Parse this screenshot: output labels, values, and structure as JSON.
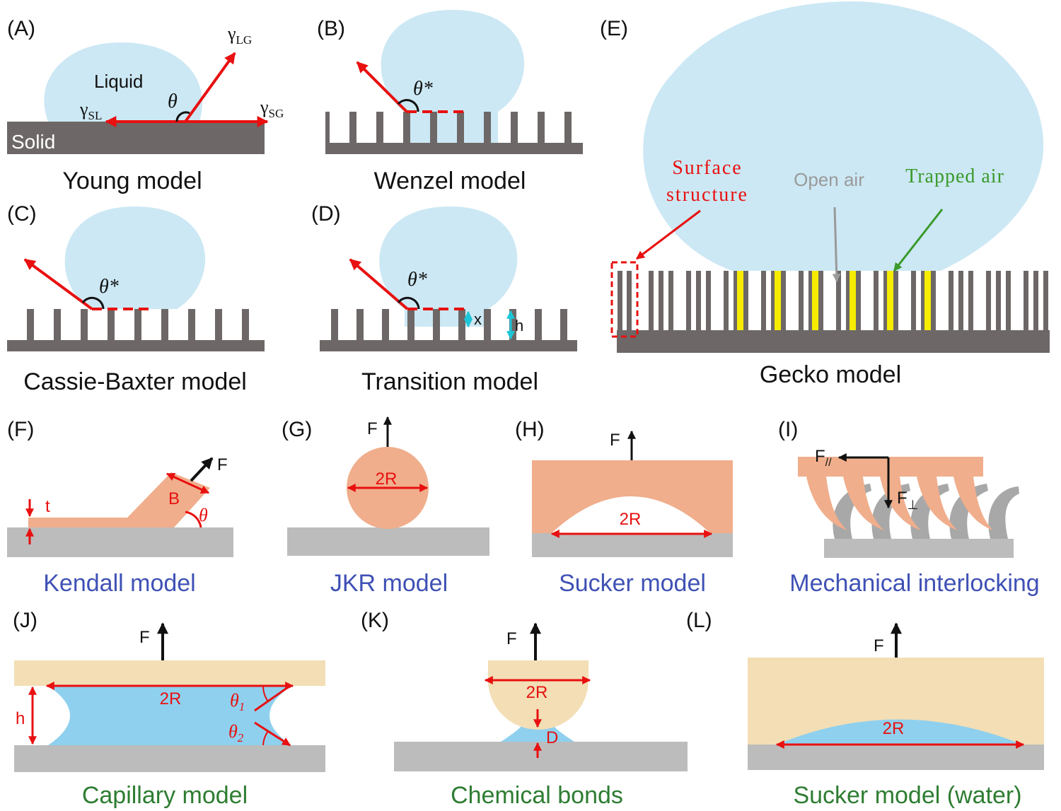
{
  "panels": {
    "A": {
      "tag": "(A)",
      "caption": "Young model",
      "liquid": "Liquid",
      "solid": "Solid",
      "theta": "θ",
      "gamma": "γ",
      "lg": "LG",
      "sl": "SL",
      "sg": "SG"
    },
    "B": {
      "tag": "(B)",
      "caption": "Wenzel model",
      "angle": "θ*"
    },
    "C": {
      "tag": "(C)",
      "caption": "Cassie-Baxter model",
      "angle": "θ*"
    },
    "D": {
      "tag": "(D)",
      "caption": "Transition model",
      "angle": "θ*",
      "x": "x",
      "h": "h"
    },
    "E": {
      "tag": "(E)",
      "caption": "Gecko model",
      "surface_line1": "Surface",
      "surface_line2": "structure",
      "open_air": "Open air",
      "trapped_air": "Trapped air"
    },
    "F": {
      "tag": "(F)",
      "caption": "Kendall model",
      "t": "t",
      "b": "B",
      "f": "F",
      "theta": "θ"
    },
    "G": {
      "tag": "(G)",
      "caption": "JKR model",
      "f": "F",
      "r": "2R"
    },
    "H": {
      "tag": "(H)",
      "caption": "Sucker model",
      "f": "F",
      "r": "2R"
    },
    "I": {
      "tag": "(I)",
      "caption": "Mechanical interlocking",
      "f_par": "F",
      "par_sub": "//",
      "f_perp": "F",
      "perp_sub": "⊥"
    },
    "J": {
      "tag": "(J)",
      "caption": "Capillary model",
      "f": "F",
      "r": "2R",
      "h": "h",
      "theta1": "θ",
      "sub1": "1",
      "theta2": "θ",
      "sub2": "2"
    },
    "K": {
      "tag": "(K)",
      "caption": "Chemical bonds",
      "f": "F",
      "r": "2R",
      "d": "D"
    },
    "L": {
      "tag": "(L)",
      "caption": "Sucker model (water)",
      "f": "F",
      "r": "2R"
    }
  },
  "colors": {
    "liquid": "#cce8f4",
    "substrate": "#6d6867",
    "arrow": "#e81010",
    "orange": "#f0ae8c",
    "tan": "#f3deb5",
    "water": "#8fd0ee",
    "grey": "#bcbcbc",
    "trapped": "#f5ec00",
    "caption_blue": "#3f51b5",
    "caption_green": "#2e7d32"
  }
}
